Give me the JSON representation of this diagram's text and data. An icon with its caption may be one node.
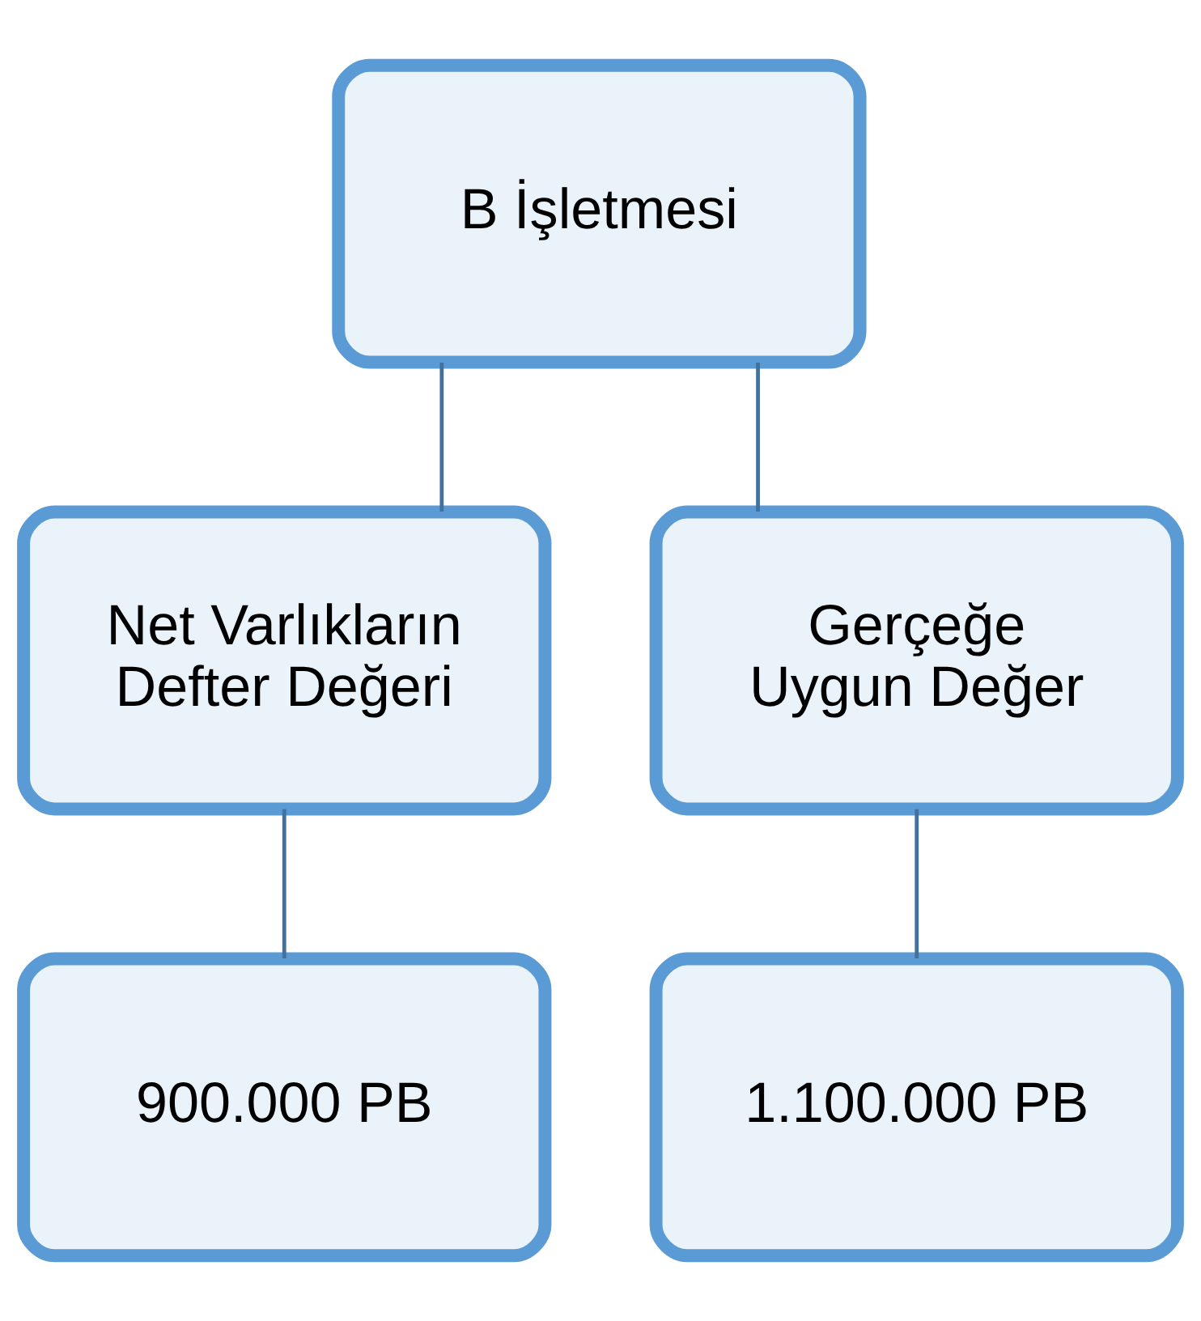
{
  "diagram": {
    "nodes": [
      {
        "text": [
          "B İşletmesi"
        ]
      },
      {
        "text": [
          "Net Varlıkların Defter Değeri"
        ]
      },
      {
        "text": [
          "Gerçeğe Uygun Değer"
        ]
      },
      {
        "text": [
          "900.000 PB"
        ]
      },
      {
        "text": [
          "1.100.000 PB"
        ]
      }
    ],
    "edges": [
      {
        "from": 0,
        "to": 1,
        "arrow": "none"
      },
      {
        "from": 0,
        "to": 2,
        "arrow": "none"
      },
      {
        "from": 1,
        "to": 3,
        "arrow": "none"
      },
      {
        "from": 2,
        "to": 4,
        "arrow": "none"
      }
    ]
  }
}
